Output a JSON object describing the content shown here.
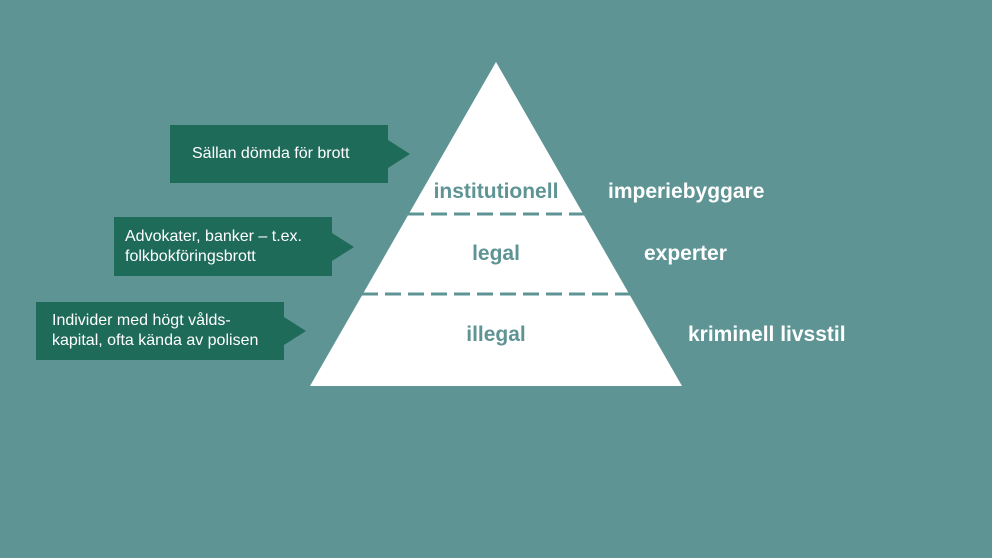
{
  "pyramid": {
    "tiers": [
      {
        "label": "institutionell",
        "side_label": "imperiebyggare",
        "callout": [
          "Sällan dömda för brott"
        ]
      },
      {
        "label": "legal",
        "side_label": "experter",
        "callout": [
          "Advokater, banker – t.ex.",
          "folkbokföringsbrott"
        ]
      },
      {
        "label": "illegal",
        "side_label": "kriminell livsstil",
        "callout": [
          "Individer med högt vålds-",
          "kapital, ofta kända av polisen"
        ]
      }
    ]
  },
  "colors": {
    "background": "#5f9494",
    "pyramid": "#ffffff",
    "callout": "#1f6b5a",
    "divider": "#5f9494"
  }
}
